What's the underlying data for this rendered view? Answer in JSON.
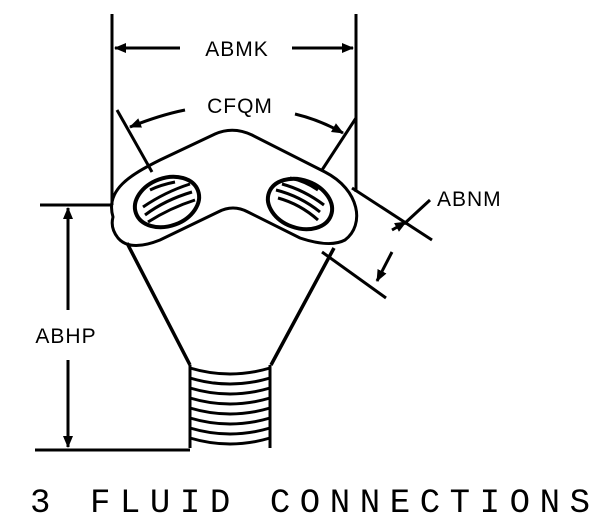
{
  "dimensions": {
    "width_label": "ABMK",
    "port_spacing_label": "CFQM",
    "flange_thickness_label": "ABNM",
    "height_label": "ABHP"
  },
  "caption": "3 FLUID CONNECTIONS",
  "colors": {
    "ink": "#000000",
    "background": "#ffffff"
  }
}
